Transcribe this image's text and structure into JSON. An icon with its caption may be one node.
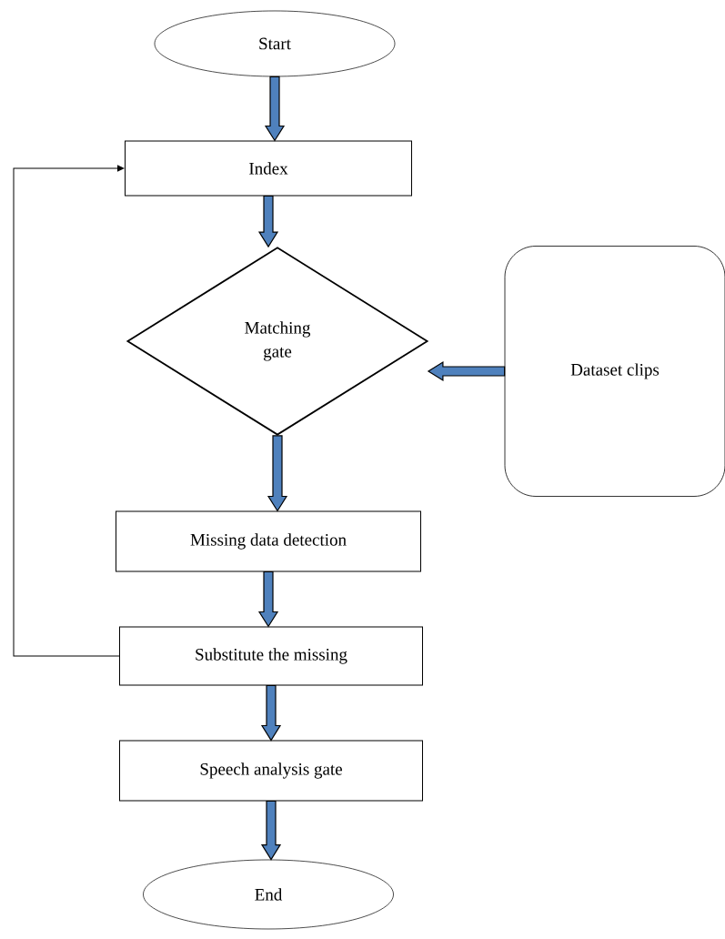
{
  "diagram": {
    "nodes": [
      {
        "text": [
          "Start"
        ]
      },
      {
        "text": [
          "Index"
        ]
      },
      {
        "text": [
          "Matching gate"
        ]
      },
      {
        "text": [
          "Dataset clips"
        ]
      },
      {
        "text": [
          "Missing data detection"
        ]
      },
      {
        "text": [
          "Substitute the missing"
        ]
      },
      {
        "text": [
          "Speech analysis gate"
        ]
      },
      {
        "text": [
          "End"
        ]
      }
    ],
    "edges": [
      {
        "from": 0,
        "to": 1,
        "arrow": "to"
      },
      {
        "from": 1,
        "to": 2,
        "arrow": "to"
      },
      {
        "from": 3,
        "to": 2,
        "arrow": "to"
      },
      {
        "from": 2,
        "to": 4,
        "arrow": "to"
      },
      {
        "from": 4,
        "to": 5,
        "arrow": "to"
      },
      {
        "from": 5,
        "to": 6,
        "arrow": "to"
      },
      {
        "from": 6,
        "to": 7,
        "arrow": "to"
      },
      {
        "from": 5,
        "to": 1,
        "arrow": "to",
        "color": "#000000"
      }
    ]
  }
}
